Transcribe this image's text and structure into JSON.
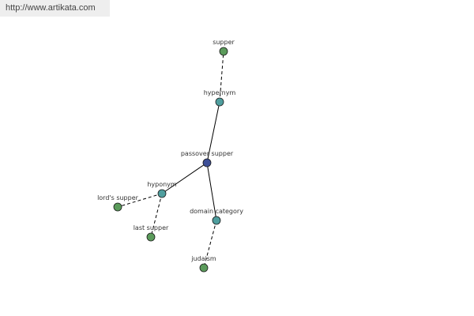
{
  "banner": {
    "url": "http://www.artikata.com"
  },
  "graph": {
    "nodes": [
      {
        "id": "supper",
        "label": "supper",
        "kind": "leaf",
        "color": "#5b9b5b"
      },
      {
        "id": "hypernym",
        "label": "hypernym",
        "kind": "relation",
        "color": "#4f9e9e"
      },
      {
        "id": "passover-supper",
        "label": "passover supper",
        "kind": "center",
        "color": "#3d4f97"
      },
      {
        "id": "hyponym",
        "label": "hyponym",
        "kind": "relation",
        "color": "#4f9e9e"
      },
      {
        "id": "lords-supper",
        "label": "lord's supper",
        "kind": "leaf",
        "color": "#5b9b5b"
      },
      {
        "id": "last-supper",
        "label": "last supper",
        "kind": "leaf",
        "color": "#5b9b5b"
      },
      {
        "id": "domain-category",
        "label": "domain category",
        "kind": "relation",
        "color": "#4f9e9e"
      },
      {
        "id": "judaism",
        "label": "judaism",
        "kind": "leaf",
        "color": "#5b9b5b"
      }
    ],
    "edges": [
      {
        "from": "passover-supper",
        "to": "hypernym",
        "style": "solid"
      },
      {
        "from": "passover-supper",
        "to": "hyponym",
        "style": "solid"
      },
      {
        "from": "passover-supper",
        "to": "domain-category",
        "style": "solid"
      },
      {
        "from": "hypernym",
        "to": "supper",
        "style": "dashed"
      },
      {
        "from": "hyponym",
        "to": "lords-supper",
        "style": "dashed"
      },
      {
        "from": "hyponym",
        "to": "last-supper",
        "style": "dashed"
      },
      {
        "from": "domain-category",
        "to": "judaism",
        "style": "dashed"
      }
    ]
  }
}
